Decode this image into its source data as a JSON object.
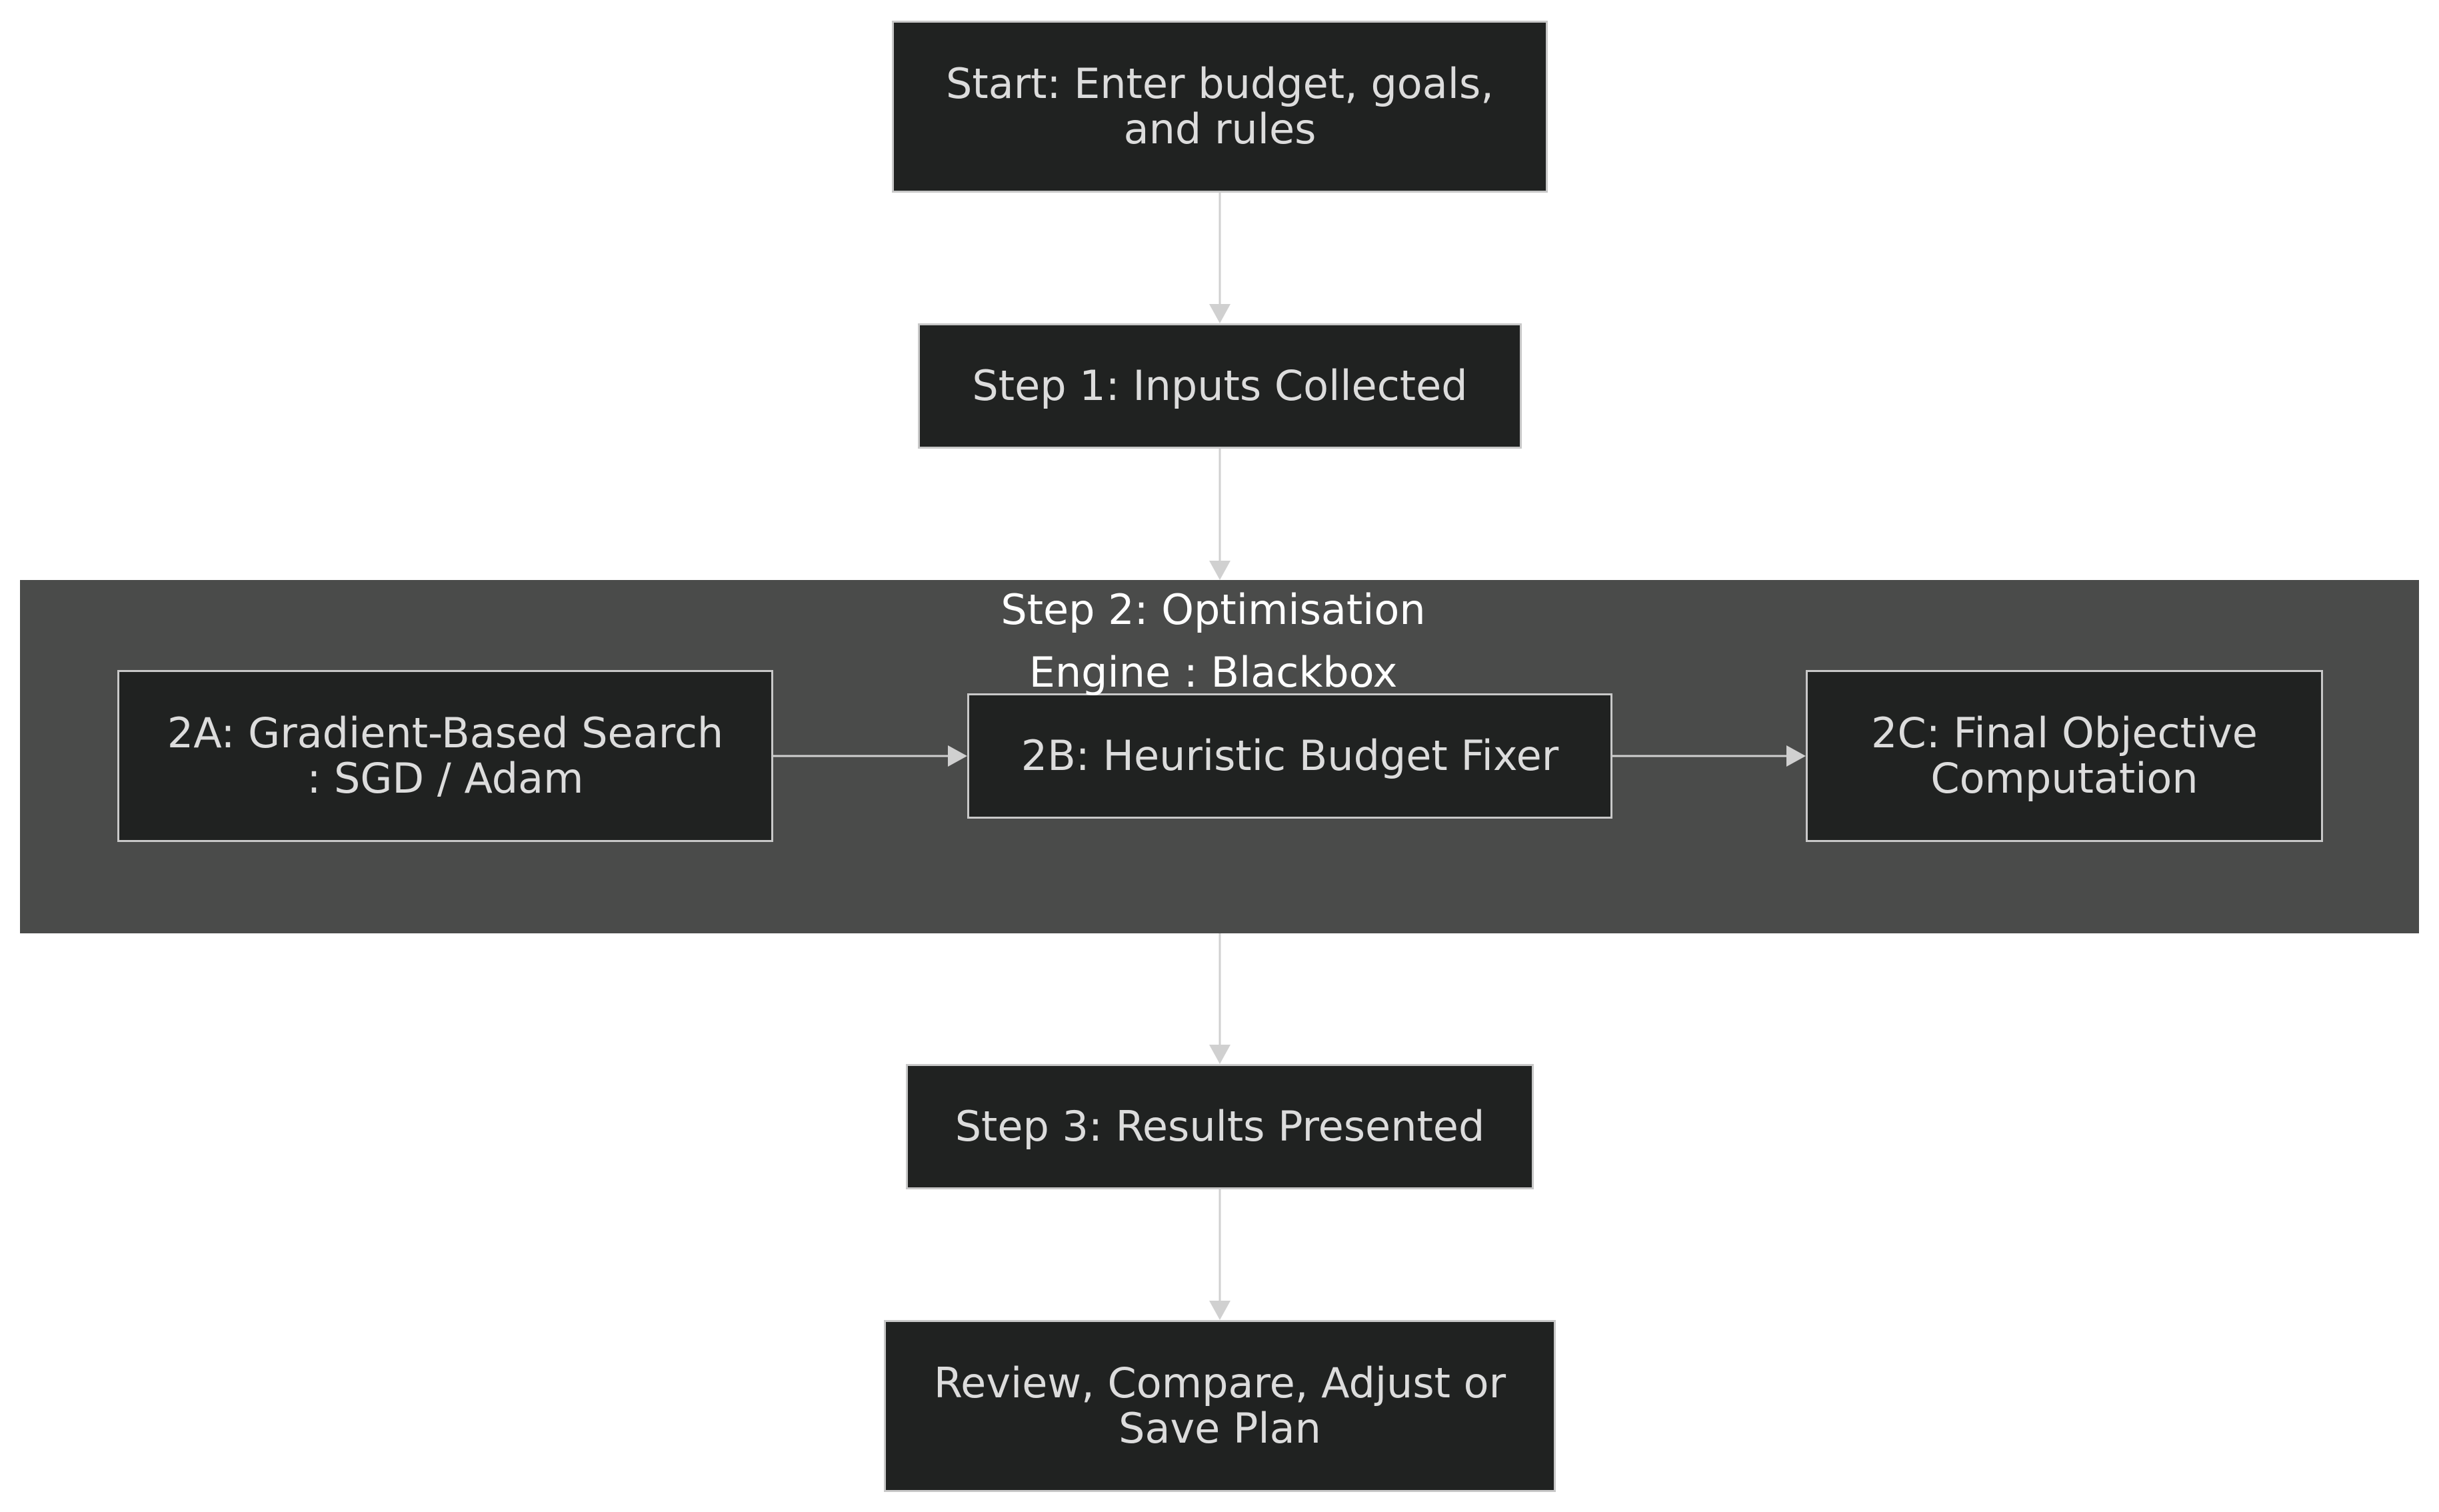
{
  "subgraph": {
    "title": "Step 2: Optimisation\nEngine : Blackbox"
  },
  "nodes": {
    "start": "Start: Enter budget, goals, and rules",
    "step1": "Step 1: Inputs Collected",
    "step2a": "2A: Gradient-Based Search : SGD / Adam",
    "step2b": "2B: Heuristic Budget Fixer",
    "step2c": "2C: Final Objective Computation",
    "step3": "Step 3: Results Presented",
    "review": "Review, Compare, Adjust or Save Plan"
  },
  "colors": {
    "background": "#ffffff",
    "node_fill": "#202221",
    "node_border": "#c8c8c8",
    "node_text": "#dcdcdc",
    "cluster_fill": "#4a4b4a",
    "cluster_text": "#ffffff",
    "edge": "#d0d0d0"
  },
  "edges": [
    {
      "from": "start",
      "to": "step1"
    },
    {
      "from": "step1",
      "to": "step2"
    },
    {
      "from": "step2a",
      "to": "step2b"
    },
    {
      "from": "step2b",
      "to": "step2c"
    },
    {
      "from": "step2",
      "to": "step3"
    },
    {
      "from": "step3",
      "to": "review"
    }
  ]
}
